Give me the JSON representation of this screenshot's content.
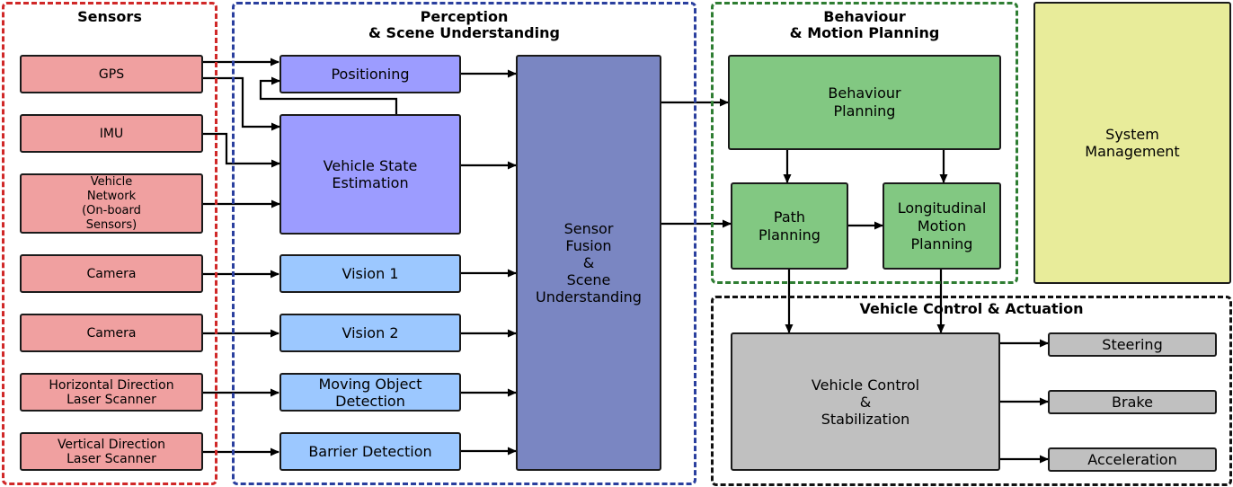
{
  "groups": {
    "sensors": "Sensors",
    "perception": "Perception\n& Scene Understanding",
    "planning": "Behaviour\n& Motion Planning",
    "control": "Vehicle Control & Actuation"
  },
  "sensors": {
    "gps": "GPS",
    "imu": "IMU",
    "vehicle_network": "Vehicle\nNetwork\n(On-board\nSensors)",
    "camera_1": "Camera",
    "camera_2": "Camera",
    "horizontal_laser": "Horizontal Direction\nLaser Scanner",
    "vertical_laser": "Vertical Direction\nLaser Scanner"
  },
  "perception": {
    "positioning": "Positioning",
    "vehicle_state": "Vehicle State\nEstimation",
    "vision_1": "Vision 1",
    "vision_2": "Vision 2",
    "moving_object": "Moving Object\nDetection",
    "barrier": "Barrier Detection",
    "sensor_fusion": "Sensor\nFusion\n&\nScene\nUnderstanding"
  },
  "planning": {
    "behaviour": "Behaviour\nPlanning",
    "path": "Path\nPlanning",
    "longitudinal": "Longitudinal\nMotion\nPlanning"
  },
  "control": {
    "vehicle_control": "Vehicle Control\n&\nStabilization",
    "steering": "Steering",
    "brake": "Brake",
    "acceleration": "Acceleration"
  },
  "system_management": "System\nManagement",
  "colors": {
    "sensors_border": "#d02828",
    "perception_border": "#2a3f9e",
    "planning_border": "#2e7d32",
    "control_border": "#111111",
    "sensor_fill": "#f0a0a0",
    "perception_fill": "#9c9cff",
    "vision_fill": "#9cc8ff",
    "fusion_fill": "#7a86c2",
    "planning_fill": "#82c882",
    "control_fill": "#c0c0c0",
    "system_fill": "#e8ec9a"
  }
}
